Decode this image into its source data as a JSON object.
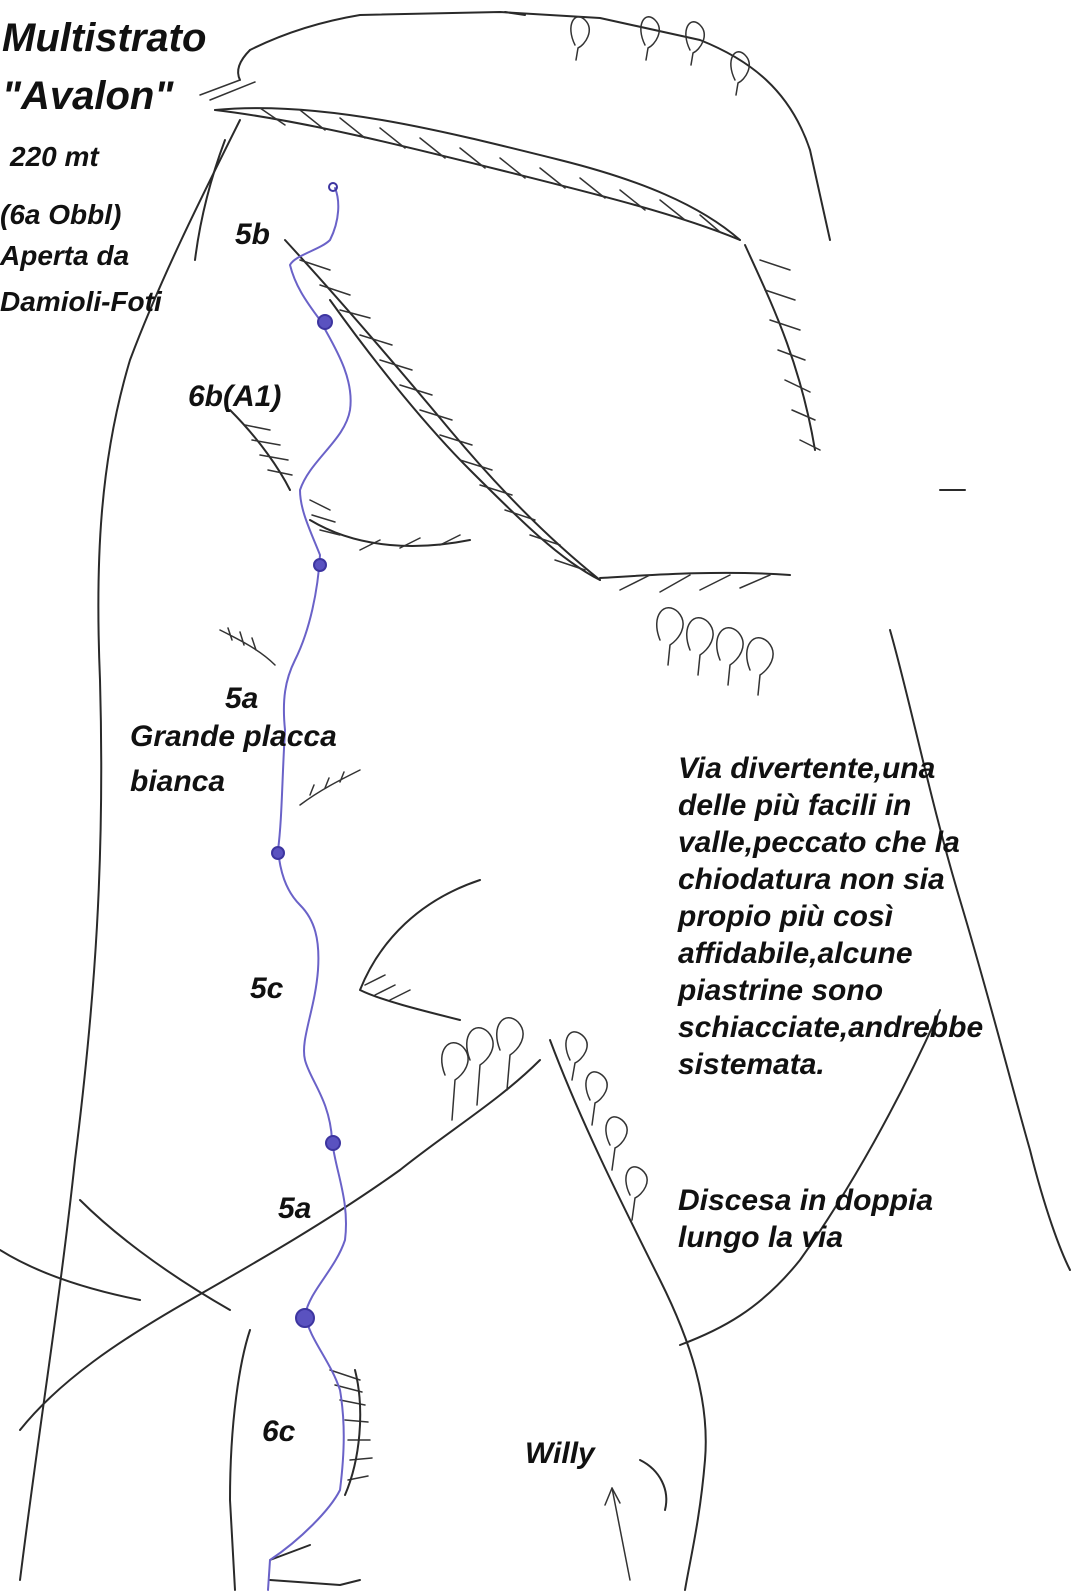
{
  "header": {
    "title_line1": "Multistrato",
    "title_line2": "\"Avalon\"",
    "length": "220 mt",
    "mandatory_grade": "(6a Obbl)",
    "opened_by_line1": "Aperta da",
    "opened_by_line2": "Damioli-Foti"
  },
  "pitches": [
    {
      "grade": "5b"
    },
    {
      "grade": "6b(A1)"
    },
    {
      "grade": "5a"
    },
    {
      "grade": "5c"
    },
    {
      "grade": "5a"
    },
    {
      "grade": "6c"
    }
  ],
  "features": {
    "slab_line1": "Grande placca",
    "slab_line2": "bianca",
    "start": "Willy"
  },
  "notes": {
    "description_lines": [
      "Via divertente,una",
      "delle più facili in",
      "valle,peccato che la",
      "chiodatura non sia",
      "propio più così",
      "affidabile,alcune",
      "piastrine sono",
      "schiacciate,andrebbe",
      "sistemata."
    ],
    "descent_line1": "Discesa in doppia",
    "descent_line2": "lungo la via"
  },
  "colors": {
    "route": "#6a62c8",
    "belay": "#5a52c0",
    "ink": "#2a2a2a"
  },
  "icons": {
    "belay": "belay-station-icon",
    "tree": "tree-icon",
    "arrow": "arrow-up-icon"
  }
}
